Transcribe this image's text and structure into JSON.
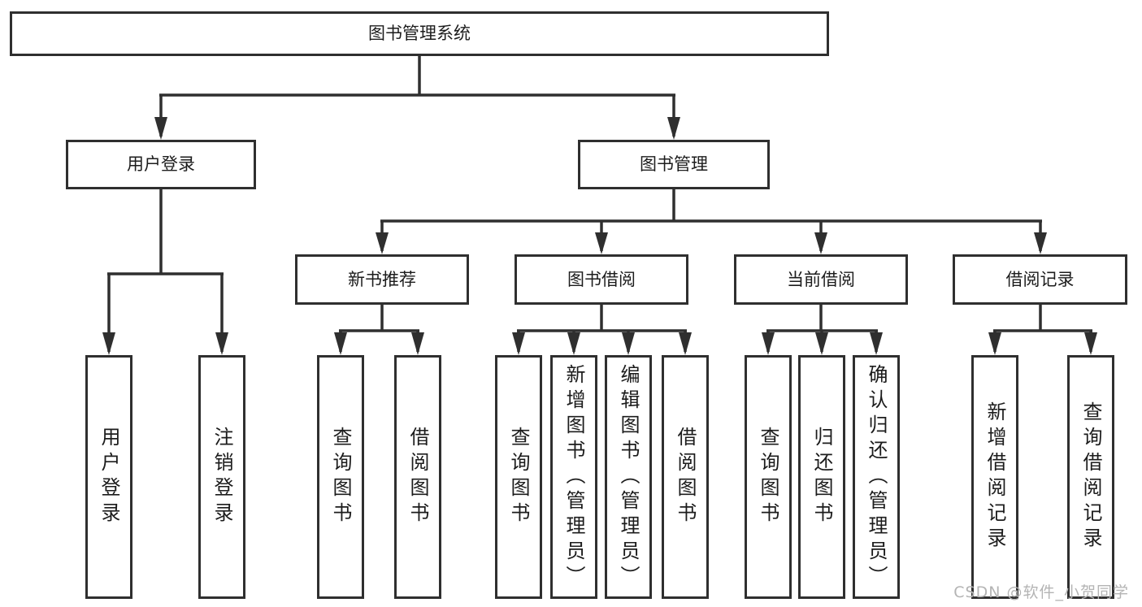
{
  "page": {
    "kind": "hierarchy-diagram",
    "background": "#ffffff"
  },
  "colors": {
    "line": "#2f2f2f",
    "box_border": "#2f2f2f",
    "box_fill": "#ffffff",
    "text": "#1c1c1c",
    "watermark": "#b4b4b4"
  },
  "watermark": {
    "text": "CSDN @软件_小贺同学"
  },
  "tree": {
    "label": "图书管理系统",
    "children": [
      {
        "label": "用户登录",
        "children": [
          {
            "label": "用户登录"
          },
          {
            "label": "注销登录"
          }
        ]
      },
      {
        "label": "图书管理",
        "children": [
          {
            "label": "新书推荐",
            "children": [
              {
                "label": "查询图书"
              },
              {
                "label": "借阅图书"
              }
            ]
          },
          {
            "label": "图书借阅",
            "children": [
              {
                "label": "查询图书"
              },
              {
                "label": "新增图书（管理员）"
              },
              {
                "label": "编辑图书（管理员）"
              },
              {
                "label": "借阅图书"
              }
            ]
          },
          {
            "label": "当前借阅",
            "children": [
              {
                "label": "查询图书"
              },
              {
                "label": "归还图书"
              },
              {
                "label": "确认归还（管理员）"
              }
            ]
          },
          {
            "label": "借阅记录",
            "children": [
              {
                "label": "新增借阅记录"
              },
              {
                "label": "查询借阅记录"
              }
            ]
          }
        ]
      }
    ]
  }
}
